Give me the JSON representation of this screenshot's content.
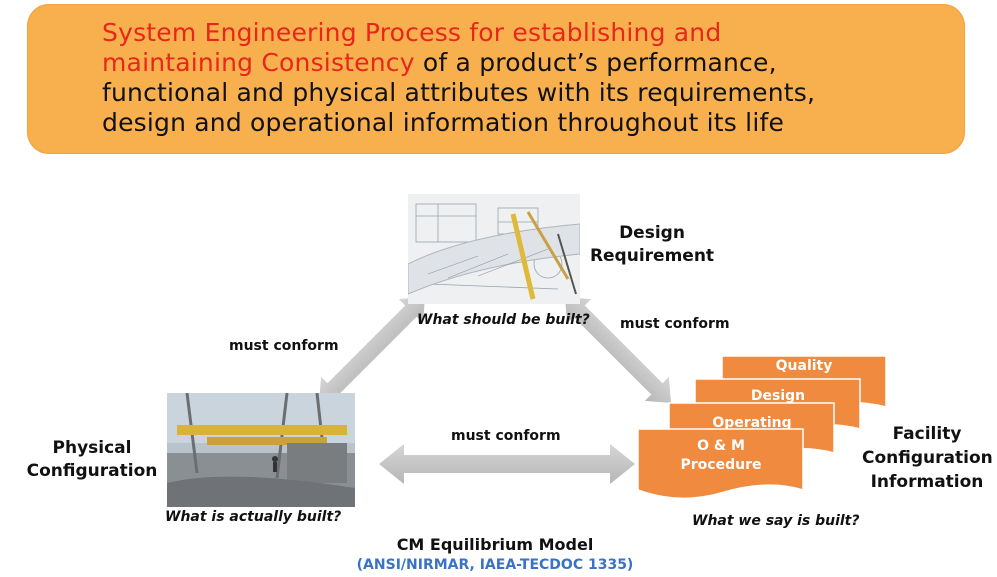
{
  "banner": {
    "line1_red": "System Engineering Process for establishing and",
    "line2_red": "maintaining Consistency",
    "line2_black": " of a product’s performance,",
    "line3": "functional and physical attributes with its requirements,",
    "line4": "design and operational information throughout its life"
  },
  "nodes": {
    "design": {
      "line1": "Design",
      "line2": "Requirement",
      "question": "What should be built?"
    },
    "physical": {
      "line1": "Physical",
      "line2": "Configuration",
      "question": "What is actually built?"
    },
    "facility": {
      "line1": "Facility",
      "line2": "Configuration",
      "line3": "Information",
      "question": "What we say is built?"
    }
  },
  "arrows": {
    "left": "must conform",
    "right": "must conform",
    "bottom": "must conform"
  },
  "documents": [
    "Quality",
    "Design",
    "Operating",
    "O & M",
    "Procedure"
  ],
  "footer": {
    "title": "CM Equilibrium Model",
    "citation": "(ANSI/NIRMAR, IAEA-TECDOC 1335)"
  },
  "colors": {
    "banner": "#f8b04e",
    "red_text": "#e8261c",
    "document": "#ef8a3e",
    "arrow": "#c6c6c6",
    "citation": "#3b73c4"
  }
}
